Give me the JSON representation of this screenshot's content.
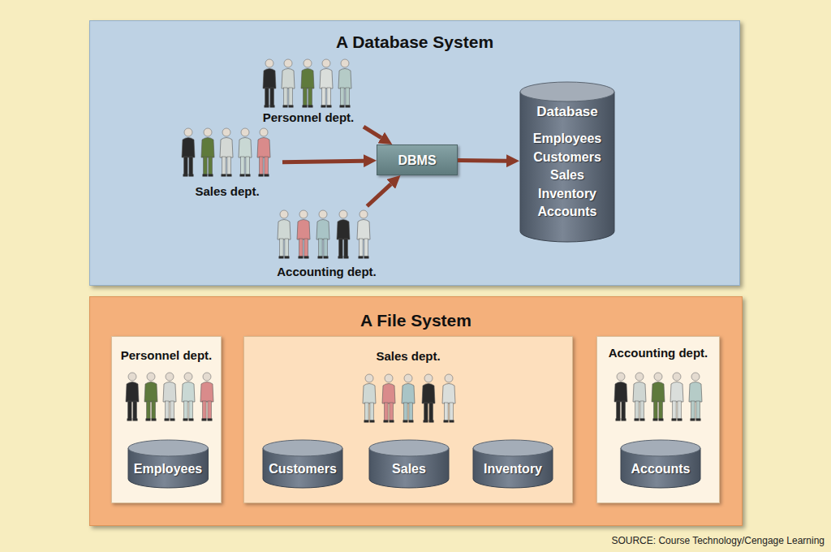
{
  "diagram": {
    "nodes": [
      {
        "text": [
          "A Database System"
        ]
      },
      {
        "text": [
          "Personnel dept."
        ],
        "in": 0
      },
      {
        "text": [
          "Sales dept."
        ],
        "in": 0
      },
      {
        "text": [
          "Accounting dept."
        ],
        "in": 0
      },
      {
        "text": [
          "DBMS"
        ],
        "in": 0
      },
      {
        "text": [
          "Database",
          "Employees Customers Sales Inventory Accounts"
        ],
        "in": 0
      },
      {
        "text": [
          "A File System"
        ]
      },
      {
        "text": [
          "Personnel dept."
        ],
        "in": 6
      },
      {
        "text": [
          "Employees"
        ],
        "in": 7
      },
      {
        "text": [
          "Sales dept."
        ],
        "in": 6
      },
      {
        "text": [
          "Customers"
        ],
        "in": 9
      },
      {
        "text": [
          "Sales"
        ],
        "in": 9
      },
      {
        "text": [
          "Inventory"
        ],
        "in": 9
      },
      {
        "text": [
          "Accounting dept."
        ],
        "in": 6
      },
      {
        "text": [
          "Accounts"
        ],
        "in": 13
      }
    ],
    "edges": [
      {
        "from": 1,
        "to": 4,
        "arrow": "to"
      },
      {
        "from": 2,
        "to": 4,
        "arrow": "to"
      },
      {
        "from": 3,
        "to": 4,
        "arrow": "to"
      },
      {
        "from": 4,
        "to": 5,
        "arrow": "to"
      }
    ],
    "labels": [
      "SOURCE: Course Technology/Cengage Learning"
    ]
  }
}
